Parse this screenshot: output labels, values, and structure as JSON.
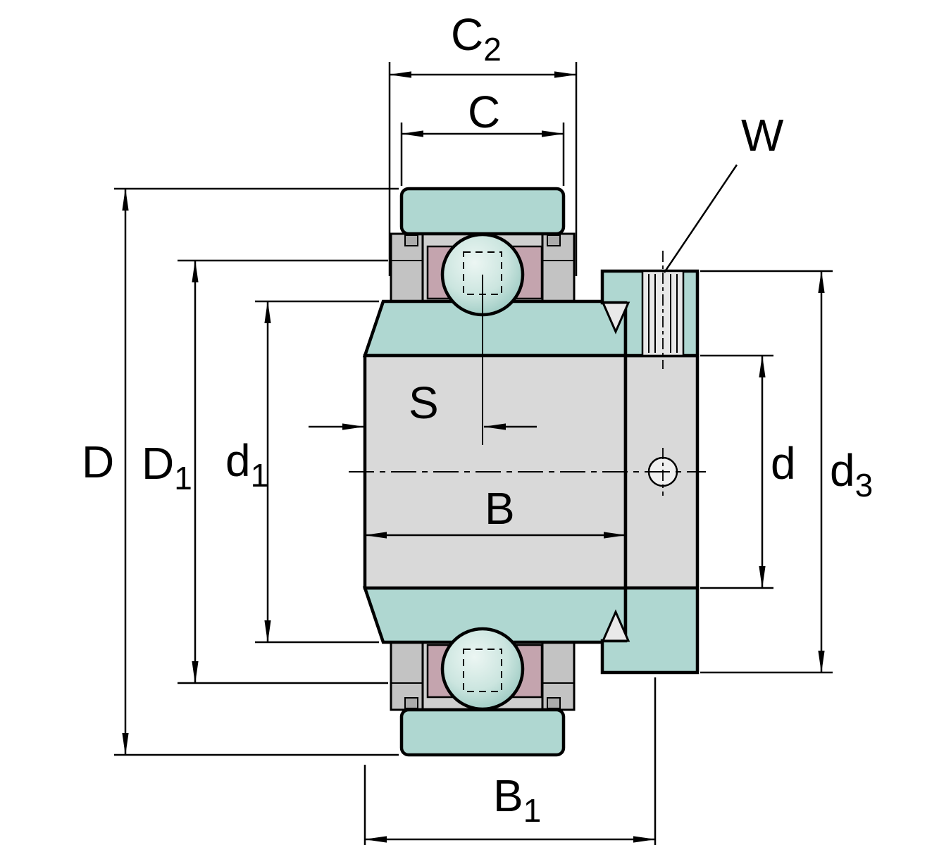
{
  "figure": {
    "type": "technical-drawing",
    "subject": "ball bearing cross-section with dimension symbols"
  },
  "colors": {
    "part_teal": "#afd7d1",
    "part_gray": "#cfcfcf",
    "shaft_gray": "#d9d9d9",
    "seal_pink": "#c4a4ae",
    "outline": "#000000",
    "background": "#ffffff"
  },
  "labels": {
    "C2": {
      "main": "C",
      "sub": "2"
    },
    "C": {
      "main": "C"
    },
    "W": {
      "main": "W"
    },
    "D": {
      "main": "D"
    },
    "D1": {
      "main": "D",
      "sub": "1"
    },
    "d1": {
      "main": "d",
      "sub": "1"
    },
    "S": {
      "main": "S"
    },
    "B": {
      "main": "B"
    },
    "d": {
      "main": "d"
    },
    "d3": {
      "main": "d",
      "sub": "3"
    },
    "B1": {
      "main": "B",
      "sub": "1"
    }
  }
}
